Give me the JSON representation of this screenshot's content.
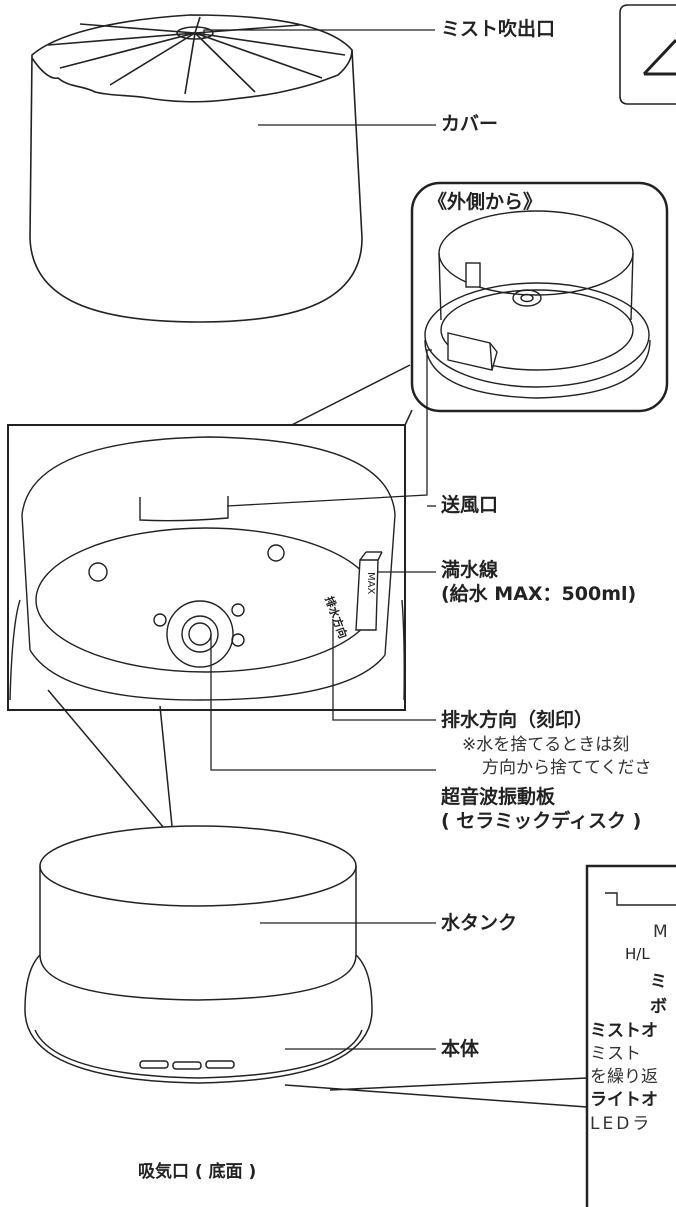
{
  "labels": {
    "mist_outlet": "ミスト吹出口",
    "cover": "カバー",
    "outside_view": "《外側から》",
    "air_outlet": "送風口",
    "full_line": "満水線",
    "full_line_sub": "(給水 MAX：500ml)",
    "drain_direction": "排水方向（刻印）",
    "drain_note_1": "※水を捨てるときは刻",
    "drain_note_2": "方向から捨ててくださ",
    "ultrasonic": "超音波振動板",
    "ultrasonic_sub": "( セラミックディスク )",
    "water_tank": "水タンク",
    "body": "本体",
    "air_intake": "吸気口 ( 底面 )"
  },
  "engravings": {
    "max_mark": "MAX",
    "drain_mark": "排水方向"
  },
  "right_panel": {
    "line1": "M",
    "line2": "H/L",
    "line3": "ミ",
    "line4": "ボ",
    "line5": "ミストオ",
    "line6": "ミスト",
    "line7": "を繰り返",
    "line8": "ライトオ",
    "line9": "LEDラ"
  },
  "warning_symbol": "warning-triangle-icon"
}
